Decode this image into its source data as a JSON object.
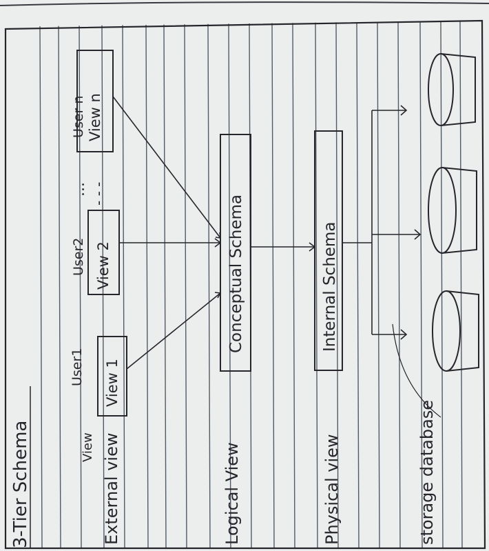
{
  "title": "3-Tier Schema",
  "levels": {
    "external": "External view",
    "logical": "Logical View",
    "physical": "Physical view",
    "storage": "storage database"
  },
  "side_label": "View",
  "users": [
    "User1",
    "User2",
    "User n"
  ],
  "views": [
    "View 1",
    "View 2",
    "View n"
  ],
  "ellipsis": "...",
  "dashes": "- - -",
  "schemas": {
    "conceptual": "Conceptual Schema",
    "internal": "Internal Schema"
  },
  "colors": {
    "ink": "#25252b",
    "paper": "#eceeed",
    "rule": "#505a64"
  }
}
